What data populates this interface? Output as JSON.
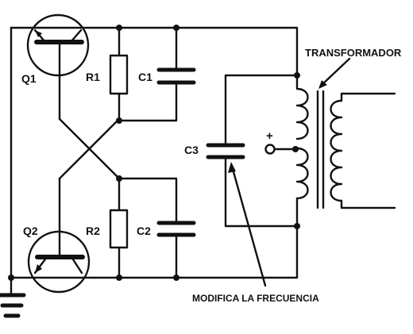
{
  "labels": {
    "q1": "Q1",
    "q2": "Q2",
    "r1": "R1",
    "r2": "R2",
    "c1": "C1",
    "c2": "C2",
    "c3": "C3",
    "transformer": "TRANSFORMADOR",
    "annotation": "MODIFICA LA FRECUENCIA",
    "plus": "+"
  }
}
